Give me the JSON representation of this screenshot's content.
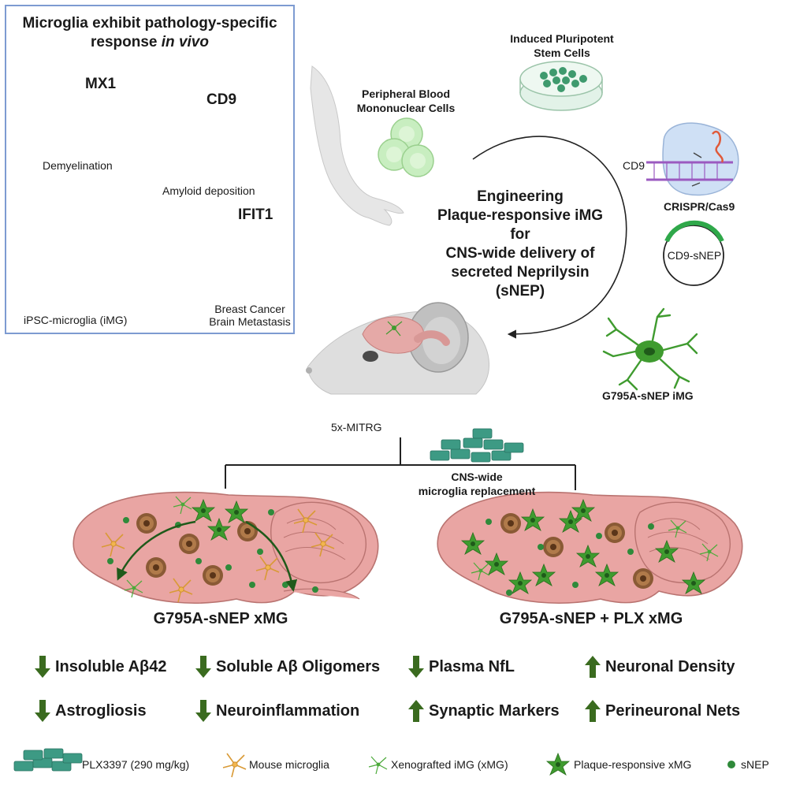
{
  "panel": {
    "title_line1": "Microglia exhibit pathology-specific",
    "title_line2_prefix": "response ",
    "title_line2_italic": "in vivo",
    "labels": {
      "mx1": "MX1",
      "cd9": "CD9",
      "ifit1": "IFIT1",
      "demyelination": "Demyelination",
      "amyloid": "Amyloid deposition",
      "bcbm_line1": "Breast Cancer",
      "bcbm_line2": "Brain Metastasis",
      "ipsc": "iPSC-microglia (iMG)"
    }
  },
  "sources": {
    "pbmc_line1": "Peripheral Blood",
    "pbmc_line2": "Mononuclear Cells",
    "ipsc_line1": "Induced Pluripotent",
    "ipsc_line2": "Stem Cells"
  },
  "engineering": {
    "line1": "Engineering",
    "line2": "Plaque-responsive iMG for",
    "line3": "CNS-wide delivery of",
    "line4": "secreted Neprilysin (sNEP)"
  },
  "crispr": {
    "cd9": "CD9",
    "label": "CRISPR/Cas9",
    "plasmid": "CD9-sNEP",
    "cell_label": "G795A-sNEP iMG"
  },
  "mouse": {
    "label": "5x-MITRG"
  },
  "replacement": {
    "line1": "CNS-wide",
    "line2": "microglia replacement"
  },
  "brains": {
    "left_title": "G795A-sNEP xMG",
    "right_title": "G795A-sNEP + PLX xMG"
  },
  "outcomes": {
    "row1": [
      {
        "text": "Insoluble Aβ42",
        "direction": "down"
      },
      {
        "text": "Soluble Aβ Oligomers",
        "direction": "down"
      },
      {
        "text": "Plasma NfL",
        "direction": "down"
      },
      {
        "text": "Neuronal Density",
        "direction": "up"
      }
    ],
    "row2": [
      {
        "text": "Astrogliosis",
        "direction": "down"
      },
      {
        "text": "Neuroinflammation",
        "direction": "down"
      },
      {
        "text": "Synaptic Markers",
        "direction": "up"
      },
      {
        "text": "Perineuronal Nets",
        "direction": "up"
      }
    ]
  },
  "legend": {
    "plx": "PLX3397 (290 mg/kg)",
    "mouse_microglia": "Mouse microglia",
    "xenografted": "Xenografted iMG (xMG)",
    "plaque_responsive": "Plaque-responsive xMG",
    "snep": "sNEP"
  },
  "colors": {
    "arrow_green": "#3a6b1f",
    "microglia_orange": "#f2b54e",
    "xmg_green": "#3f9b2f",
    "brain_pink": "#e9a5a3",
    "panel_border": "#7d9bd1",
    "plx_teal": "#3d9a84"
  }
}
